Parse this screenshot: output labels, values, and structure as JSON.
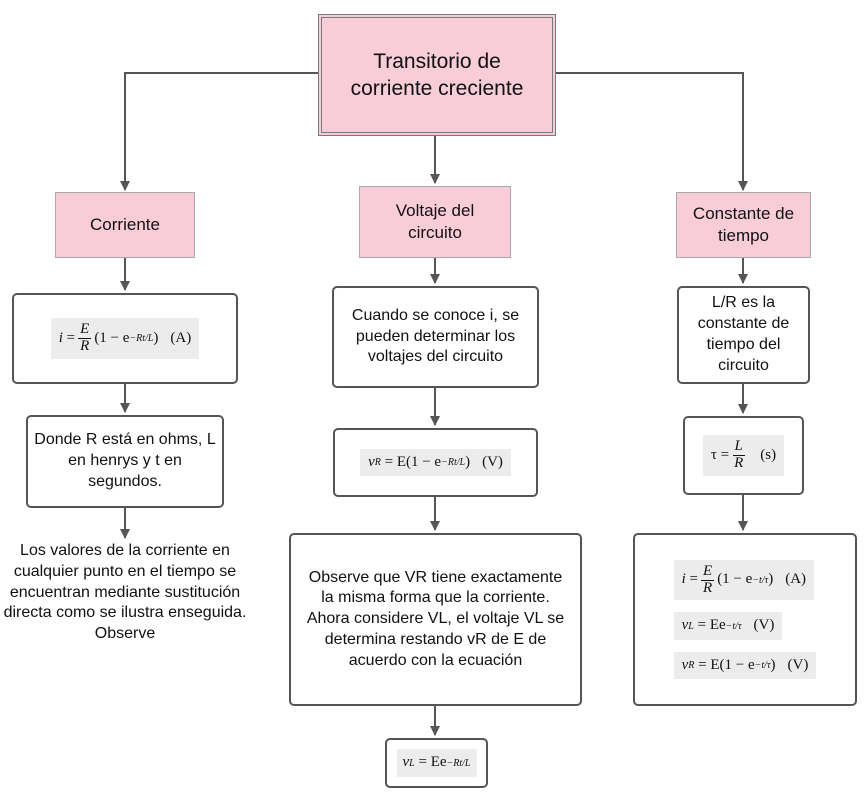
{
  "title": "Transitorio de corriente creciente",
  "branches": {
    "corriente": {
      "header": "Corriente",
      "equation": {
        "lhs": "i",
        "E": "E",
        "R": "R",
        "paren": "(1 − e",
        "exp": "−Rt/L",
        "close": ")",
        "unit": "(A)"
      },
      "note": "Donde R está en ohms, L en henrys y t en segundos.",
      "description": "Los valores de la corriente en cualquier punto en el tiempo se encuentran mediante sustitución directa como se ilustra enseguida. Observe"
    },
    "voltaje": {
      "header": "Voltaje del circuito",
      "intro": "Cuando se conoce i, se pueden determinar los voltajes del circuito",
      "vr_equation": {
        "v": "v",
        "sub": "R",
        "rhs": "= E(1 − e",
        "exp": "−Rt/L",
        "close": ")",
        "unit": "(V)"
      },
      "observation": "Observe que VR tiene exactamente la misma forma que la corriente. Ahora considere VL, el voltaje VL se determina restando vR de E de acuerdo con la ecuación",
      "vl_equation": {
        "v": "v",
        "sub": "L",
        "rhs": "= Ee",
        "exp": "−Rt/L"
      }
    },
    "constante": {
      "header": "Constante de tiempo",
      "note": "L/R es la constante de tiempo del circuito",
      "tau_equation": {
        "lhs": "τ =",
        "L": "L",
        "R": "R",
        "unit": "(s)"
      },
      "summary": {
        "i_eq": {
          "lhs": "i =",
          "E": "E",
          "R": "R",
          "paren": "(1 − e",
          "exp": "−t/τ",
          "close": ")",
          "unit": "(A)"
        },
        "vl_eq": {
          "v": "v",
          "sub": "L",
          "rhs": "= Ee",
          "exp": "−t/τ",
          "unit": "(V)"
        },
        "vr_eq": {
          "v": "v",
          "sub": "R",
          "rhs": "= E(1 − e",
          "exp": "−t/τ",
          "close": ")",
          "unit": "(V)"
        }
      }
    }
  }
}
